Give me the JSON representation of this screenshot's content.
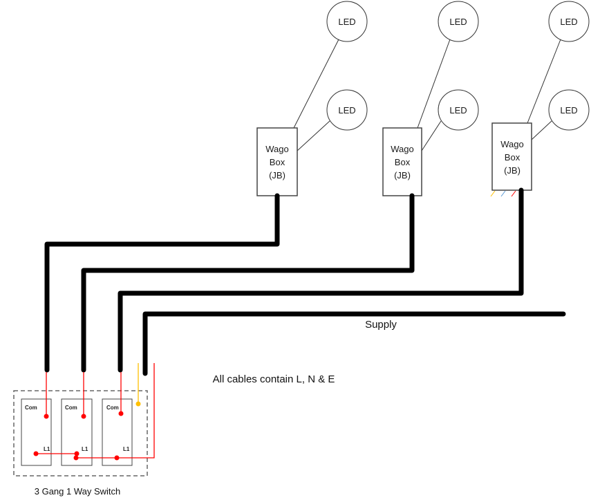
{
  "leds": [
    "LED",
    "LED",
    "LED",
    "LED",
    "LED",
    "LED"
  ],
  "wago_boxes": [
    {
      "line1": "Wago",
      "line2": "Box",
      "line3": "(JB)"
    },
    {
      "line1": "Wago",
      "line2": "Box",
      "line3": "(JB)"
    },
    {
      "line1": "Wago",
      "line2": "Box",
      "line3": "(JB)"
    }
  ],
  "supply_label": "Supply",
  "note": "All cables contain L, N & E",
  "switch": {
    "title": "3 Gang 1 Way Switch",
    "gangs": [
      {
        "com": "Com",
        "l1": "L1"
      },
      {
        "com": "Com",
        "l1": "L1"
      },
      {
        "com": "Com",
        "l1": "L1"
      }
    ]
  },
  "colors": {
    "live": "#ff0000",
    "earth": "#ffc000",
    "neutral": "#5b9bd5",
    "cable": "#000000"
  }
}
